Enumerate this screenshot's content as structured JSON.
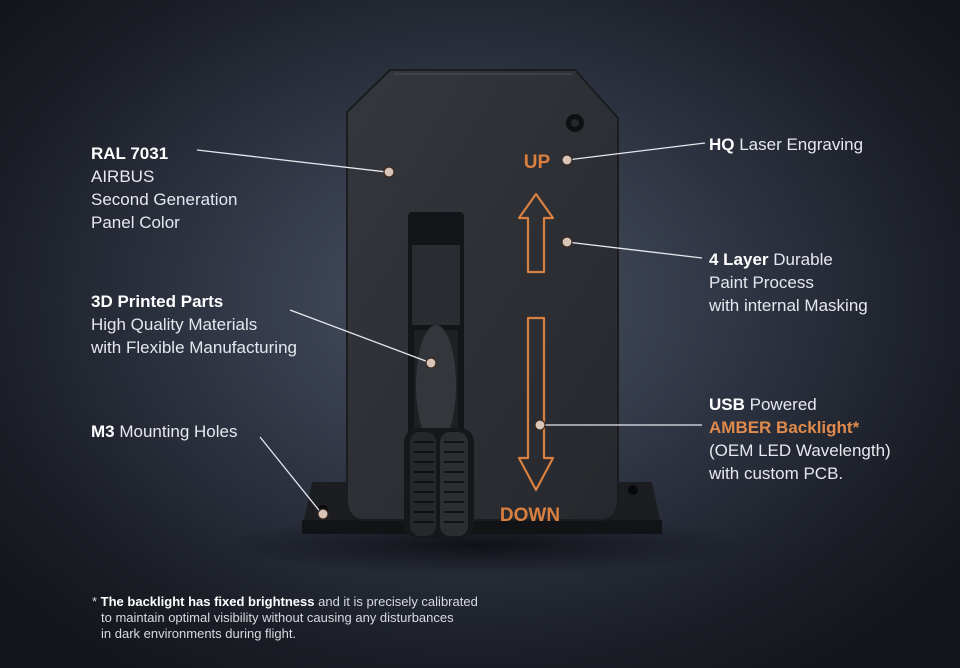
{
  "callouts": {
    "ral": {
      "bold": "RAL 7031",
      "lines": [
        "AIRBUS",
        "Second Generation",
        "Panel Color"
      ]
    },
    "printed": {
      "bold": "3D Printed Parts",
      "lines": [
        "High Quality Materials",
        "with Flexible Manufacturing"
      ]
    },
    "m3": {
      "bold": "M3",
      "rest": " Mounting Holes"
    },
    "hq": {
      "bold": "HQ",
      "rest": " Laser Engraving"
    },
    "layer": {
      "bold": "4 Layer",
      "rest": " Durable",
      "lines": [
        "Paint Process",
        "with internal Masking"
      ]
    },
    "usb": {
      "bold": "USB",
      "rest": " Powered",
      "amber": "AMBER Backlight*",
      "lines": [
        "(OEM LED Wavelength)",
        "with custom PCB."
      ]
    }
  },
  "engraving": {
    "up": "UP",
    "down": "DOWN"
  },
  "footnote": {
    "prefix": "* ",
    "bold": "The backlight has fixed brightness",
    "rest": " and  it is precisely calibrated",
    "line2": "to maintain optimal visibility without causing any disturbances",
    "line3": "in dark environments during flight."
  },
  "colors": {
    "amber": "#e08a4c",
    "panel": "#2b2e33",
    "background": "#2e3442"
  }
}
